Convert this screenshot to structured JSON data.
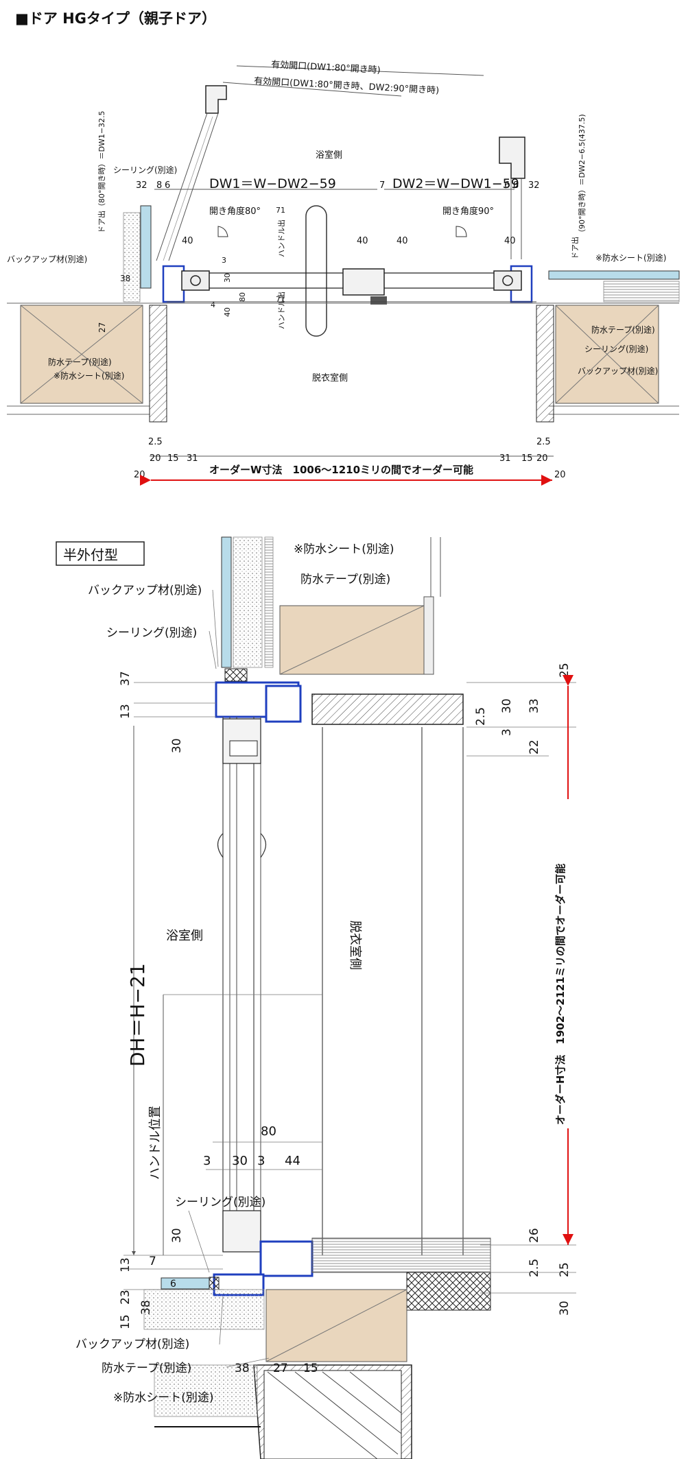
{
  "title": "■ドア HGタイプ（親子ドア）",
  "plan": {
    "eff_open_1": "有効開口(DW1:80°開き時)",
    "eff_open_2": "有効開口(DW1:80°開き時、DW2:90°開き時)",
    "bath_side": "浴室側",
    "dressing_side": "脱衣室側",
    "dw1": "DW1＝W−DW2−59",
    "dw2": "DW2＝W−DW1−59",
    "gap7": "7",
    "angle80": "開き角度80°",
    "angle90": "開き角度90°",
    "left_dim_v": "ドア出（80°開き時）＝DW1−32.5",
    "right_dim_v": "（90°開き時）＝DW2−6.5(437.5)",
    "door_out_r": "ドア出",
    "handle_out": "ハンドル出",
    "sealing": "シーリング(別途)",
    "backup": "バックアップ材(別途)",
    "waterproof_tape": "防水テープ(別途)",
    "waterproof_sheet": "※防水シート(別途)",
    "dims_top_left": [
      "32",
      "8",
      "6"
    ],
    "dims_top_right": [
      "6",
      "8",
      "32"
    ],
    "dim_40": "40",
    "dim_3": "3",
    "dim_30": "30",
    "dim_80": "80",
    "dim_4": "4",
    "dim_71": "71",
    "dim_38": "38",
    "dim_27": "27",
    "dim_15": "15",
    "bottom_dims_left": [
      "2.5",
      "20",
      "15",
      "31"
    ],
    "bottom_dims_right": [
      "31",
      "15",
      "20",
      "2.5"
    ],
    "dim_20": "20",
    "order_w": "オーダーW寸法　1006〜1210ミリの間でオーダー可能"
  },
  "section": {
    "type_label": "半外付型",
    "waterproof_sheet": "※防水シート(別途)",
    "waterproof_tape": "防水テープ(別途)",
    "backup": "バックアップ材(別途)",
    "sealing": "シーリング(別途)",
    "left_dims_top": [
      "37",
      "13",
      "30"
    ],
    "right_dims_top": [
      "25",
      "2.5",
      "30",
      "33",
      "3",
      "22"
    ],
    "bath_side": "浴室側",
    "dressing_side": "脱衣室側",
    "dh": "DH＝H−21",
    "handle_pos": "ハンドル位置",
    "order_h": "オーダーH寸法　1902〜2121ミリの間でオーダー可能",
    "handle_dims": [
      "80",
      "3",
      "30",
      "3",
      "44"
    ],
    "sealing_bottom": "シーリング(別途)",
    "left_dims_bottom": [
      "30",
      "7",
      "13",
      "6",
      "23",
      "38",
      "15"
    ],
    "right_dims_bottom": [
      "26",
      "2.5",
      "25",
      "30"
    ],
    "backup_bottom": "バックアップ材(別途)",
    "tape_bottom": "防水テープ(別途)",
    "sheet_bottom": "※防水シート(別途)",
    "sill_dims": [
      "38",
      "27",
      "15"
    ]
  },
  "colors": {
    "frame_blue": "#1f3fbf",
    "wood": "#e9d6bd",
    "tile_blue": "#b8dcea",
    "red_dim": "#e01010"
  }
}
